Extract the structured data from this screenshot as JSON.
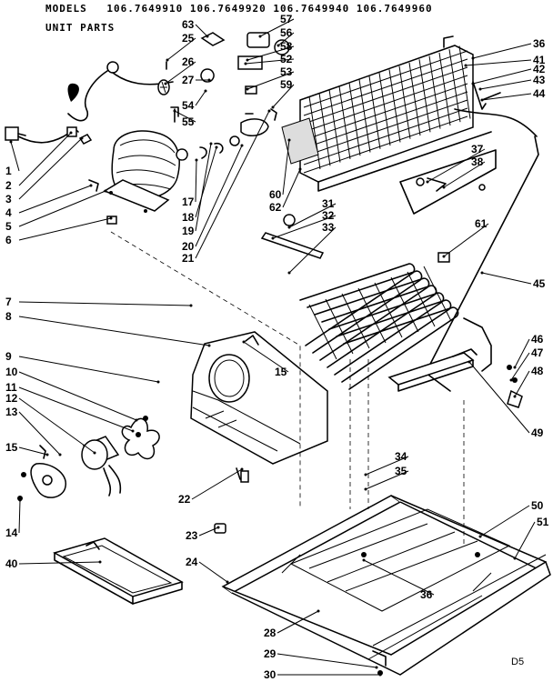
{
  "header": {
    "models_label": "MODELS",
    "model_numbers": [
      "106.7649910",
      "106.7649920",
      "106.7649940",
      "106.7649960"
    ],
    "section_title": "UNIT PARTS"
  },
  "diagram_code": "D5",
  "callouts": [
    {
      "n": "63"
    },
    {
      "n": "25"
    },
    {
      "n": "26"
    },
    {
      "n": "27"
    },
    {
      "n": "54"
    },
    {
      "n": "55"
    },
    {
      "n": "57"
    },
    {
      "n": "56"
    },
    {
      "n": "58"
    },
    {
      "n": "52"
    },
    {
      "n": "53"
    },
    {
      "n": "59"
    },
    {
      "n": "36"
    },
    {
      "n": "41"
    },
    {
      "n": "42"
    },
    {
      "n": "43"
    },
    {
      "n": "44"
    },
    {
      "n": "1"
    },
    {
      "n": "2"
    },
    {
      "n": "3"
    },
    {
      "n": "4"
    },
    {
      "n": "5"
    },
    {
      "n": "6"
    },
    {
      "n": "17"
    },
    {
      "n": "18"
    },
    {
      "n": "19"
    },
    {
      "n": "20"
    },
    {
      "n": "21"
    },
    {
      "n": "60"
    },
    {
      "n": "62"
    },
    {
      "n": "37"
    },
    {
      "n": "38"
    },
    {
      "n": "31"
    },
    {
      "n": "32"
    },
    {
      "n": "33"
    },
    {
      "n": "61"
    },
    {
      "n": "45"
    },
    {
      "n": "7"
    },
    {
      "n": "8"
    },
    {
      "n": "9"
    },
    {
      "n": "10"
    },
    {
      "n": "11"
    },
    {
      "n": "12"
    },
    {
      "n": "13"
    },
    {
      "n": "15"
    },
    {
      "n": "14"
    },
    {
      "n": "15"
    },
    {
      "n": "46"
    },
    {
      "n": "47"
    },
    {
      "n": "48"
    },
    {
      "n": "49"
    },
    {
      "n": "22"
    },
    {
      "n": "34"
    },
    {
      "n": "35"
    },
    {
      "n": "40"
    },
    {
      "n": "23"
    },
    {
      "n": "24"
    },
    {
      "n": "50"
    },
    {
      "n": "51"
    },
    {
      "n": "36"
    },
    {
      "n": "28"
    },
    {
      "n": "29"
    },
    {
      "n": "30"
    }
  ]
}
